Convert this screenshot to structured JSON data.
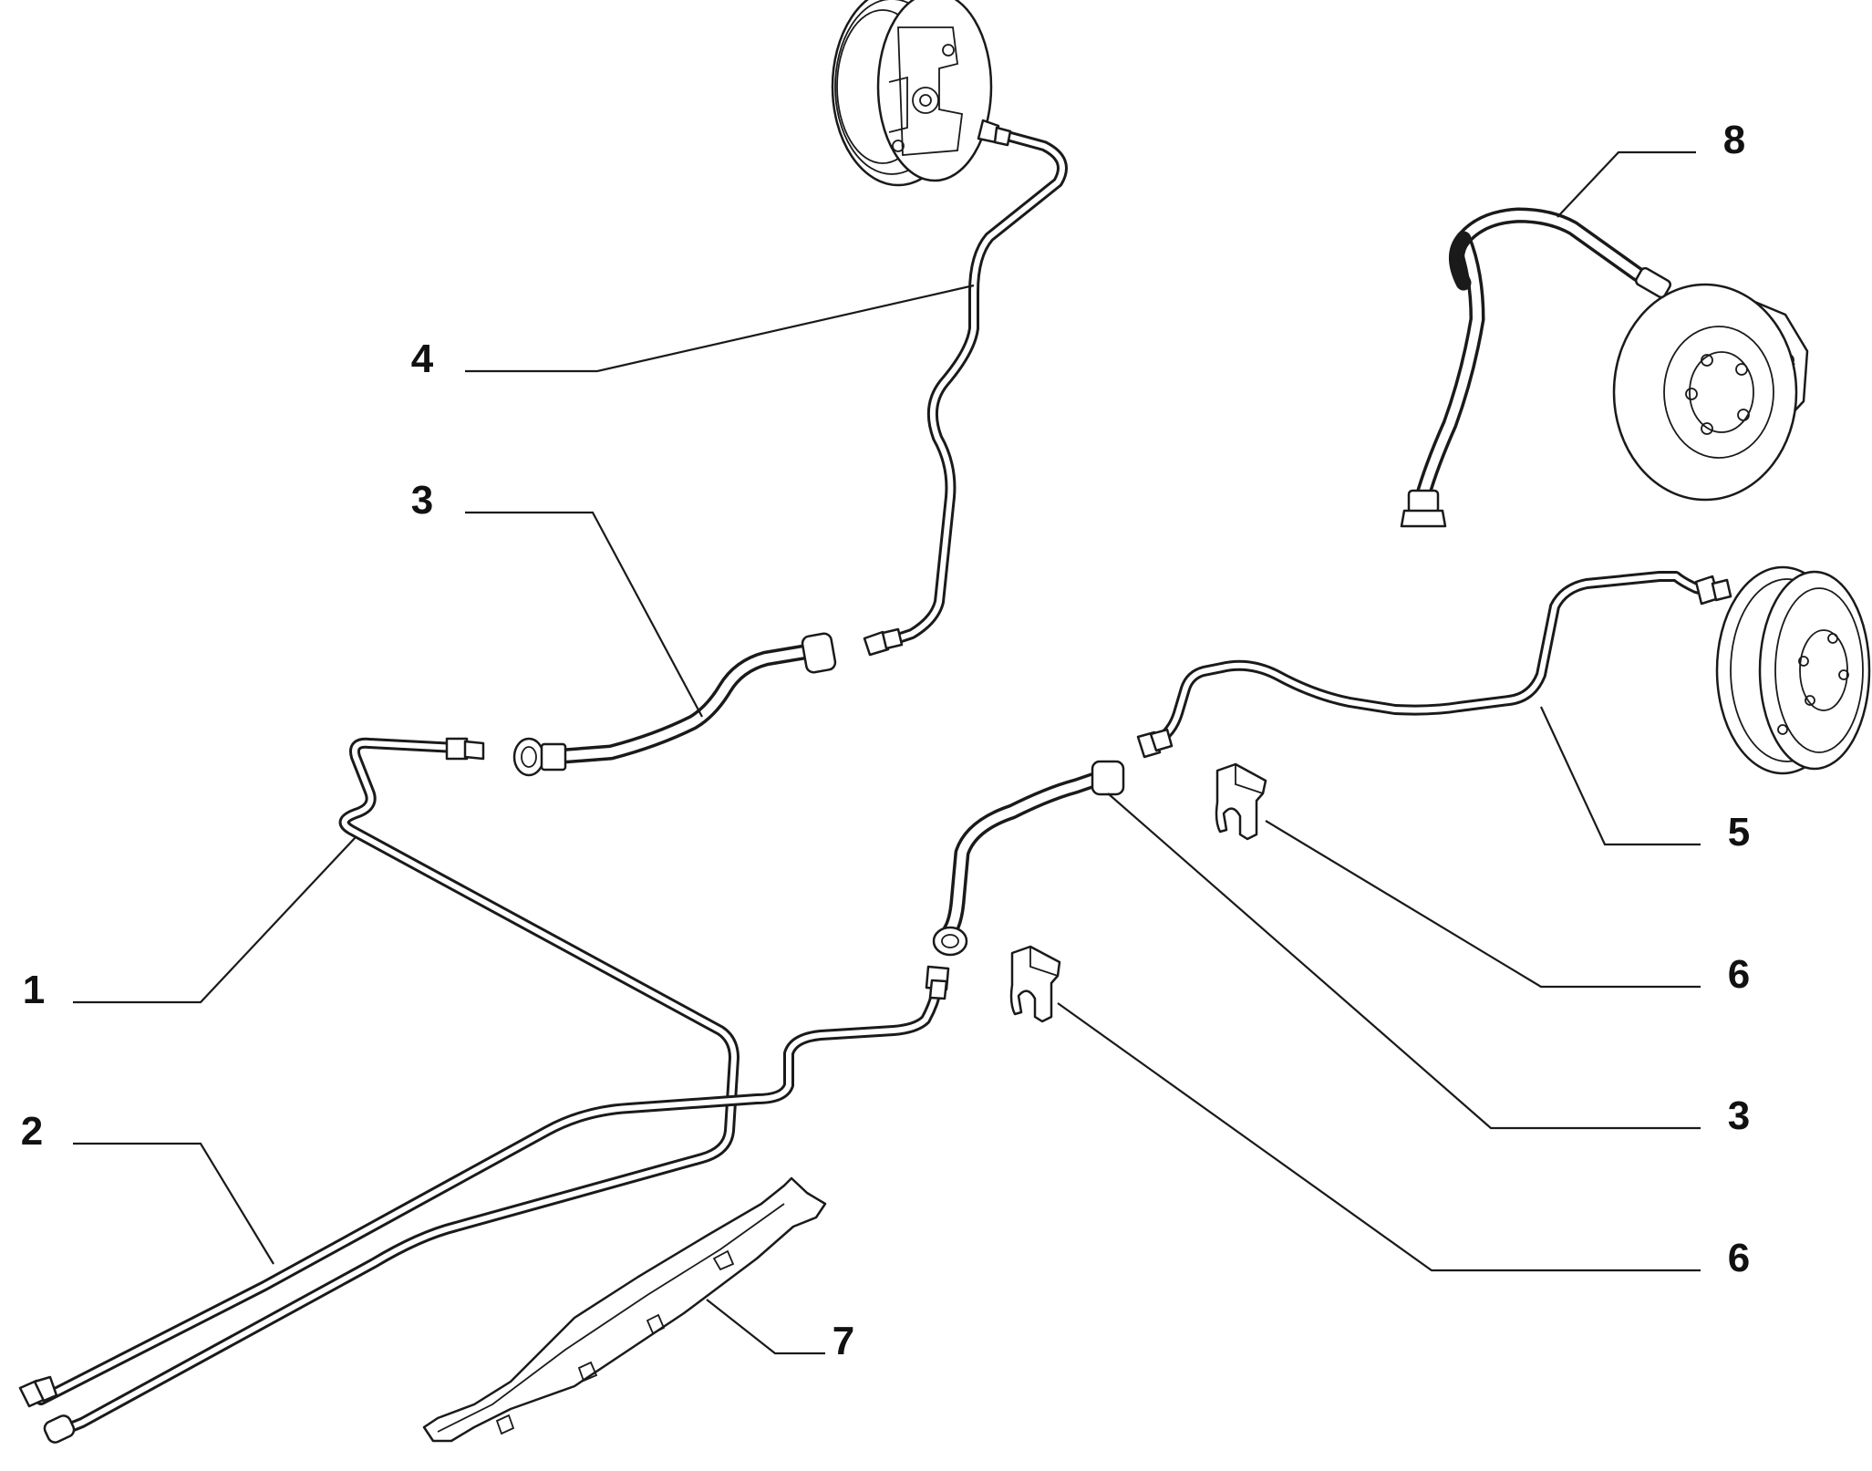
{
  "callouts": [
    {
      "id": "c4",
      "label": "4"
    },
    {
      "id": "c3a",
      "label": "3"
    },
    {
      "id": "c1",
      "label": "1"
    },
    {
      "id": "c2",
      "label": "2"
    },
    {
      "id": "c7",
      "label": "7"
    },
    {
      "id": "c8",
      "label": "8"
    },
    {
      "id": "c5",
      "label": "5"
    },
    {
      "id": "c6a",
      "label": "6"
    },
    {
      "id": "c3b",
      "label": "3"
    },
    {
      "id": "c6b",
      "label": "6"
    }
  ],
  "icons": {
    "rear_drum_left": "brake-drum-icon",
    "front_disc": "brake-disc-icon",
    "rear_drum_right": "brake-drum-icon",
    "clip": "pipe-clip-icon",
    "shield": "pipe-guard-icon"
  }
}
